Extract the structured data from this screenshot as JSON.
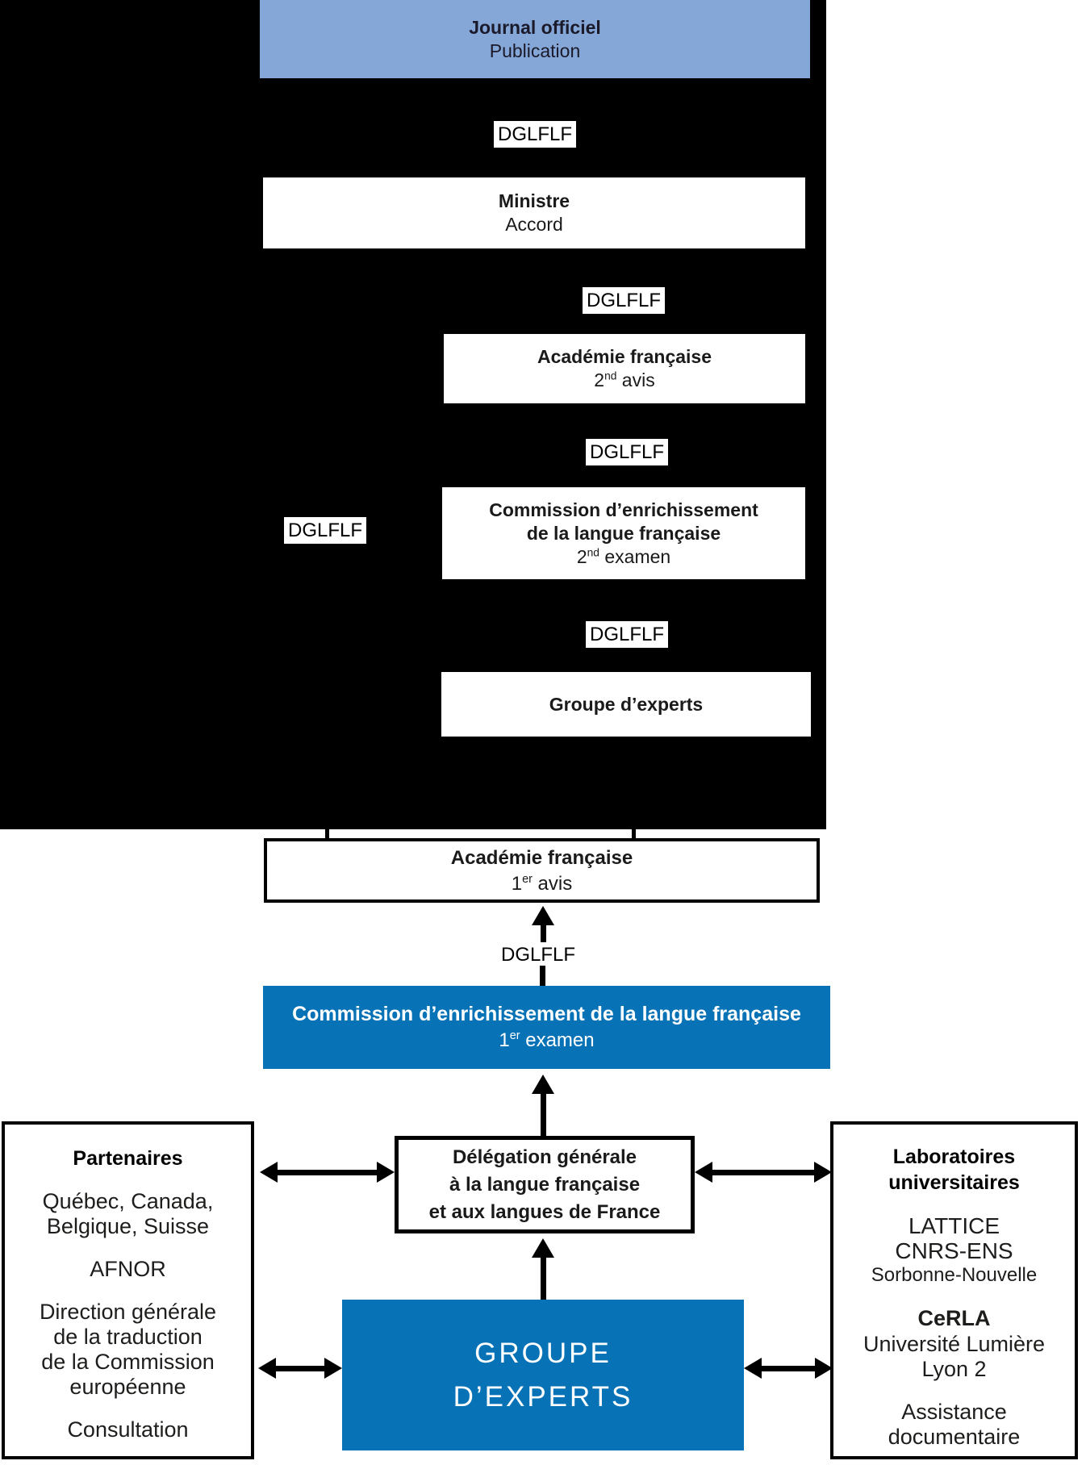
{
  "colors": {
    "accent_blue": "#0772b6",
    "light_blue": "#85a7d8",
    "red": "#e9423c",
    "black": "#000000"
  },
  "labels": {
    "dglflf": "DGLFLF"
  },
  "boxes": {
    "journal": {
      "title": "Journal officiel",
      "subtitle": "Publication"
    },
    "ministre": {
      "title": "Ministre",
      "subtitle": "Accord"
    },
    "academie_2nd": {
      "title": "Académie française",
      "ord": {
        "num": "2",
        "sup": "nd",
        "rest": " avis"
      }
    },
    "commission_2nd": {
      "title_l1": "Commission d’enrichissement",
      "title_l2": "de la langue française",
      "ord": {
        "num": "2",
        "sup": "nd",
        "rest": " examen"
      }
    },
    "groupe_experts_top": {
      "title": "Groupe d’experts"
    },
    "academie_1st": {
      "title": "Académie française",
      "ord": {
        "num": "1",
        "sup": "er",
        "rest": " avis"
      }
    },
    "commission_1st": {
      "title": "Commission d’enrichissement de la langue française",
      "ord": {
        "num": "1",
        "sup": "er",
        "rest": " examen"
      }
    },
    "delegation": {
      "l1": "Délégation générale",
      "l2": "à la langue française",
      "l3": "et aux langues de France"
    },
    "groupe_experts_main": {
      "l1": "GROUPE",
      "l2": "D’EXPERTS"
    }
  },
  "partenaires": {
    "title": "Partenaires",
    "group1": [
      "Québec, Canada,",
      "Belgique, Suisse"
    ],
    "group2": "AFNOR",
    "group3": [
      "Direction générale",
      "de la traduction",
      "de la Commission",
      "européenne"
    ],
    "group4": "Consultation"
  },
  "laboratoires": {
    "title_l1": "Laboratoires",
    "title_l2": "universitaires",
    "lattice_l1": "LATTICE",
    "lattice_l2": "CNRS-ENS",
    "lattice_l3": "Sorbonne-Nouvelle",
    "cerla_title": "CeRLA",
    "cerla_l1": "Université Lumière",
    "cerla_l2": "Lyon 2",
    "assistance_l1": "Assistance",
    "assistance_l2": "documentaire"
  }
}
